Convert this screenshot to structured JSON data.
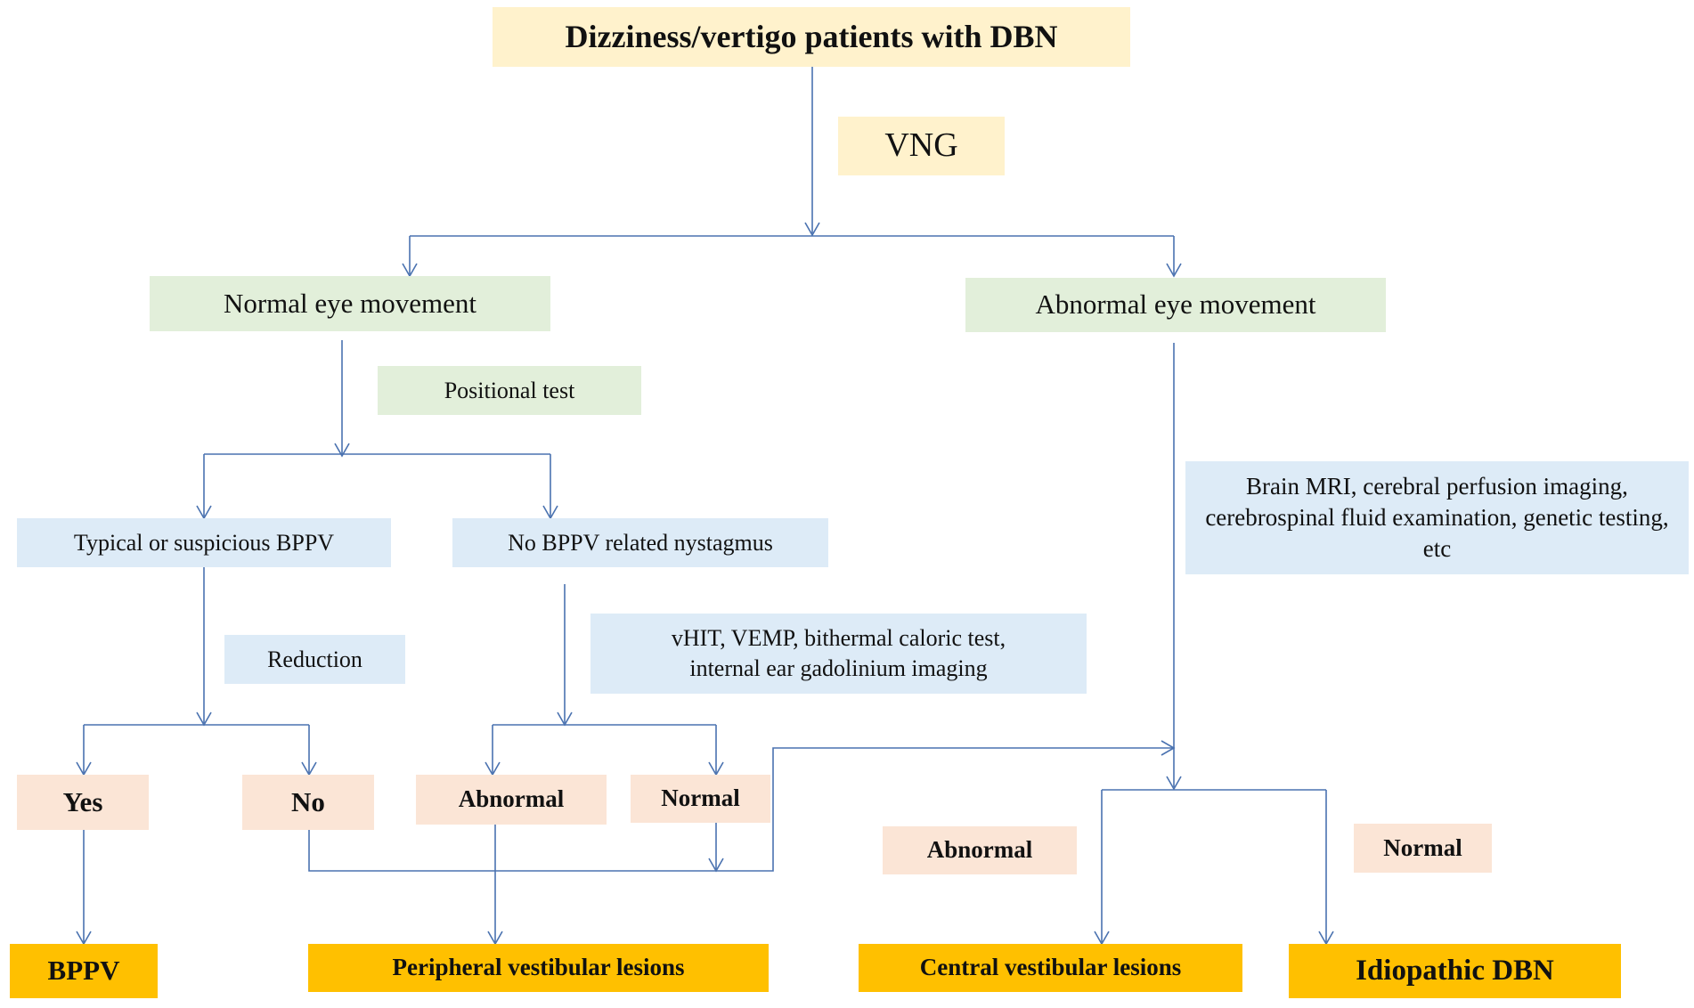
{
  "diagram": {
    "colors": {
      "connector": "#4a72b0",
      "start": "#fff2cc",
      "eye_movement": "#e2efda",
      "test": "#ddebf7",
      "result": "#fbe5d6",
      "outcome": "#ffc000"
    },
    "nodes": {
      "start": "Dizziness/vertigo patients with DBN",
      "vng": "VNG",
      "normal_eye": "Normal eye movement",
      "abnormal_eye": "Abnormal eye movement",
      "positional_test": "Positional test",
      "central_tests": "Brain MRI, cerebral perfusion imaging, cerebrospinal fluid examination, genetic testing, etc",
      "typical_bppv": "Typical or suspicious BPPV",
      "no_bppv": "No BPPV related nystagmus",
      "reduction": "Reduction",
      "peripheral_tests": "vHIT, VEMP, bithermal caloric test, internal ear gadolinium imaging",
      "yes": "Yes",
      "no": "No",
      "abnormal_peripheral": "Abnormal",
      "normal_peripheral": "Normal",
      "abnormal_central": "Abnormal",
      "normal_central": "Normal",
      "bppv": "BPPV",
      "peripheral_lesions": "Peripheral vestibular lesions",
      "central_lesions": "Central vestibular lesions",
      "idiopathic_dbn": "Idiopathic DBN"
    }
  }
}
